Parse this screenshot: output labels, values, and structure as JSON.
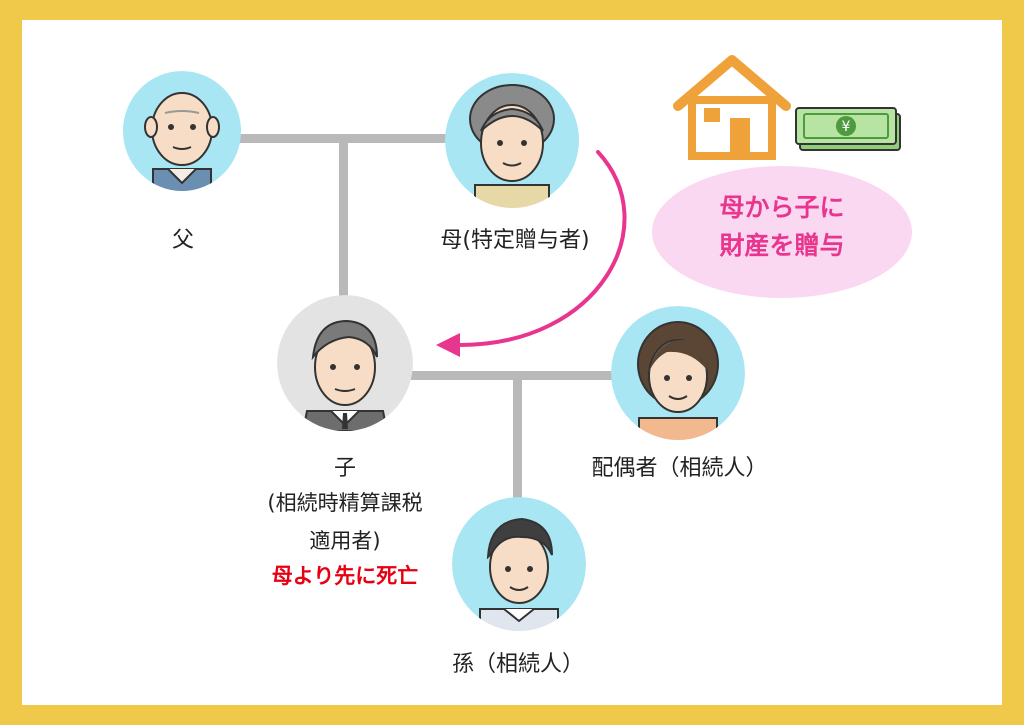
{
  "people": {
    "father": {
      "label": "父"
    },
    "mother": {
      "label": "母(特定贈与者)"
    },
    "child": {
      "label": "子",
      "detail_line1": "(相続時精算課税",
      "detail_line2": "適用者)",
      "note": "母より先に死亡"
    },
    "spouse": {
      "label": "配偶者（相続人）"
    },
    "grandchild": {
      "label": "孫（相続人）"
    }
  },
  "callout": {
    "line1": "母から子に",
    "line2": "財産を贈与"
  },
  "colors": {
    "frame": "#f0c94a",
    "avatar_bg": "#a8e6f4",
    "child_avatar_bg": "#e3e3e3",
    "connector": "#b9b9b9",
    "arrow": "#e8368f",
    "bubble": "#fbd8f2",
    "note": "#e60012"
  },
  "icons": [
    "house-icon",
    "money-bundle-icon",
    "yen-symbol"
  ]
}
